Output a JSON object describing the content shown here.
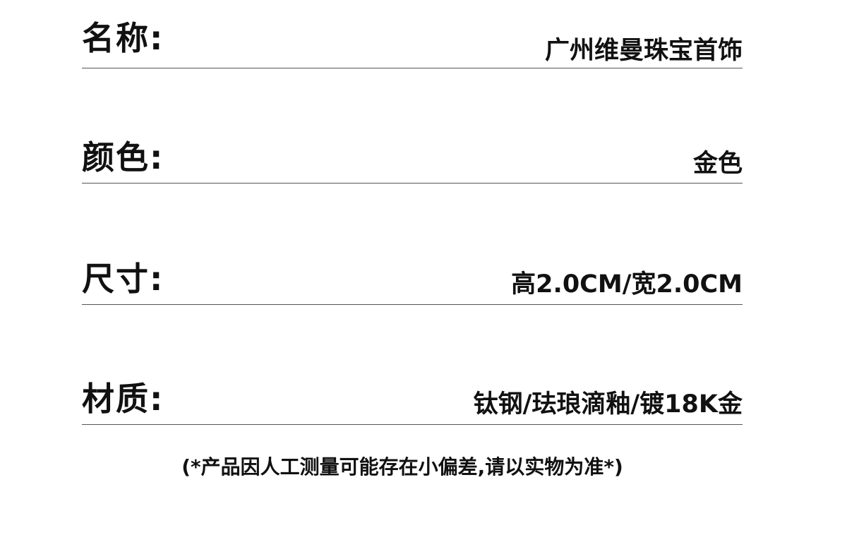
{
  "specs": [
    {
      "label": "名称:",
      "value": "广州维曼珠宝首饰"
    },
    {
      "label": "颜色:",
      "value": "金色"
    },
    {
      "label": "尺寸:",
      "value": "高2.0CM/宽2.0CM"
    },
    {
      "label": "材质:",
      "value": "钛钢/珐琅滴釉/镀18K金"
    }
  ],
  "note": "(*产品因人工测量可能存在小偏差,请以实物为准*)"
}
